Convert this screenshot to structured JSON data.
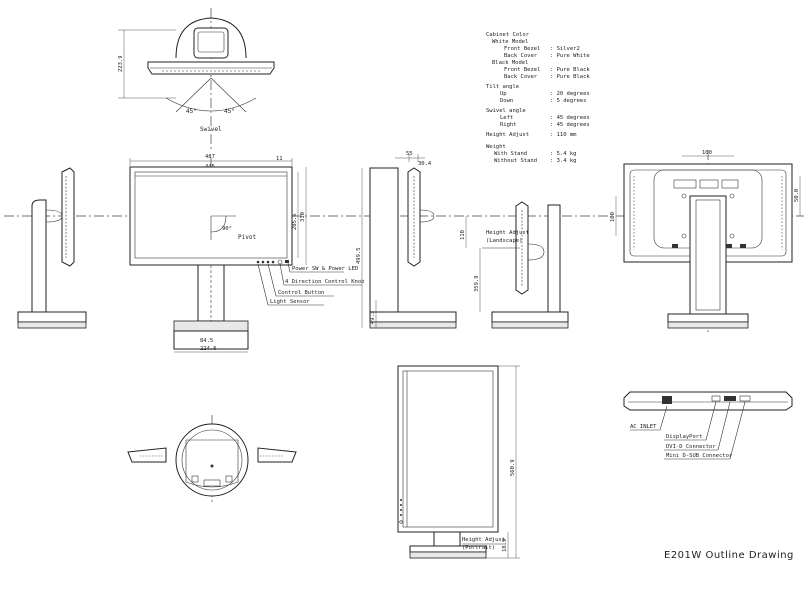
{
  "specs": {
    "cabinet_color": "Cabinet Color",
    "white_model": "White Model",
    "front_bezel": "Front Bezel",
    "back_cover": "Back Cover",
    "white_front_value": ": Silver2",
    "white_back_value": ": Pure White",
    "black_model": "Black Model",
    "black_front_value": ": Pure Black",
    "black_back_value": ": Pure Black",
    "tilt_angle": "Tilt angle",
    "up": "Up",
    "down": "Down",
    "tilt_up_value": ": 20 degrees",
    "tilt_down_value": ": 5 degrees",
    "swivel_angle": "Swivel angle",
    "left": "Left",
    "right": "Right",
    "swivel_left_value": ": 45 degrees",
    "swivel_right_value": ": 45 degrees",
    "height_adjust": "Height Adjust",
    "height_adjust_value": ": 110 mm",
    "weight": "Weight",
    "with_stand": "With Stand",
    "without_stand": "Without Stand",
    "with_stand_value": ": 5.4 kg",
    "without_stand_value": ": 3.4 kg"
  },
  "callouts": {
    "power_sw": "Power SW & Power LED",
    "direction_knob": "4 Direction Control Knob",
    "control_button": "Control Button",
    "light_sensor": "Light Sensor",
    "ac_inlet": "AC INLET",
    "displayport": "DisplayPort",
    "dvi_connector": "DVI-D Connector",
    "dsub_connector": "Mini D-SUB Connector",
    "height_landscape_1": "Height Adjust",
    "height_landscape_2": "(Landscape)",
    "height_portrait_1": "Height Adjust",
    "height_portrait_2": "(Portrait)",
    "pivot": "Pivot",
    "swivel": "Swivel"
  },
  "dimensions": {
    "top_depth": "223.9",
    "swivel_angle_left": "45°",
    "swivel_angle_right": "45°",
    "front_width": "487",
    "screen_width": "445",
    "bezel_side": "11",
    "screen_height": "285.6",
    "panel_height": "310",
    "pivot_angle": "90°",
    "base_depth_inner": "84.5",
    "base_width": "224.6",
    "side_depth_top": "55",
    "side_depth_thin": "30.4",
    "side_height": "499.5",
    "side_base": "49.3",
    "side2_height": "110",
    "side2_lower": "359.9",
    "rear_vesa": "100",
    "rear_vesa_side": "50.0",
    "rear_vesa_left": "100",
    "portrait_height": "560.9",
    "portrait_bottom": "18.9"
  },
  "drawing_title": "E201W Outline Drawing"
}
